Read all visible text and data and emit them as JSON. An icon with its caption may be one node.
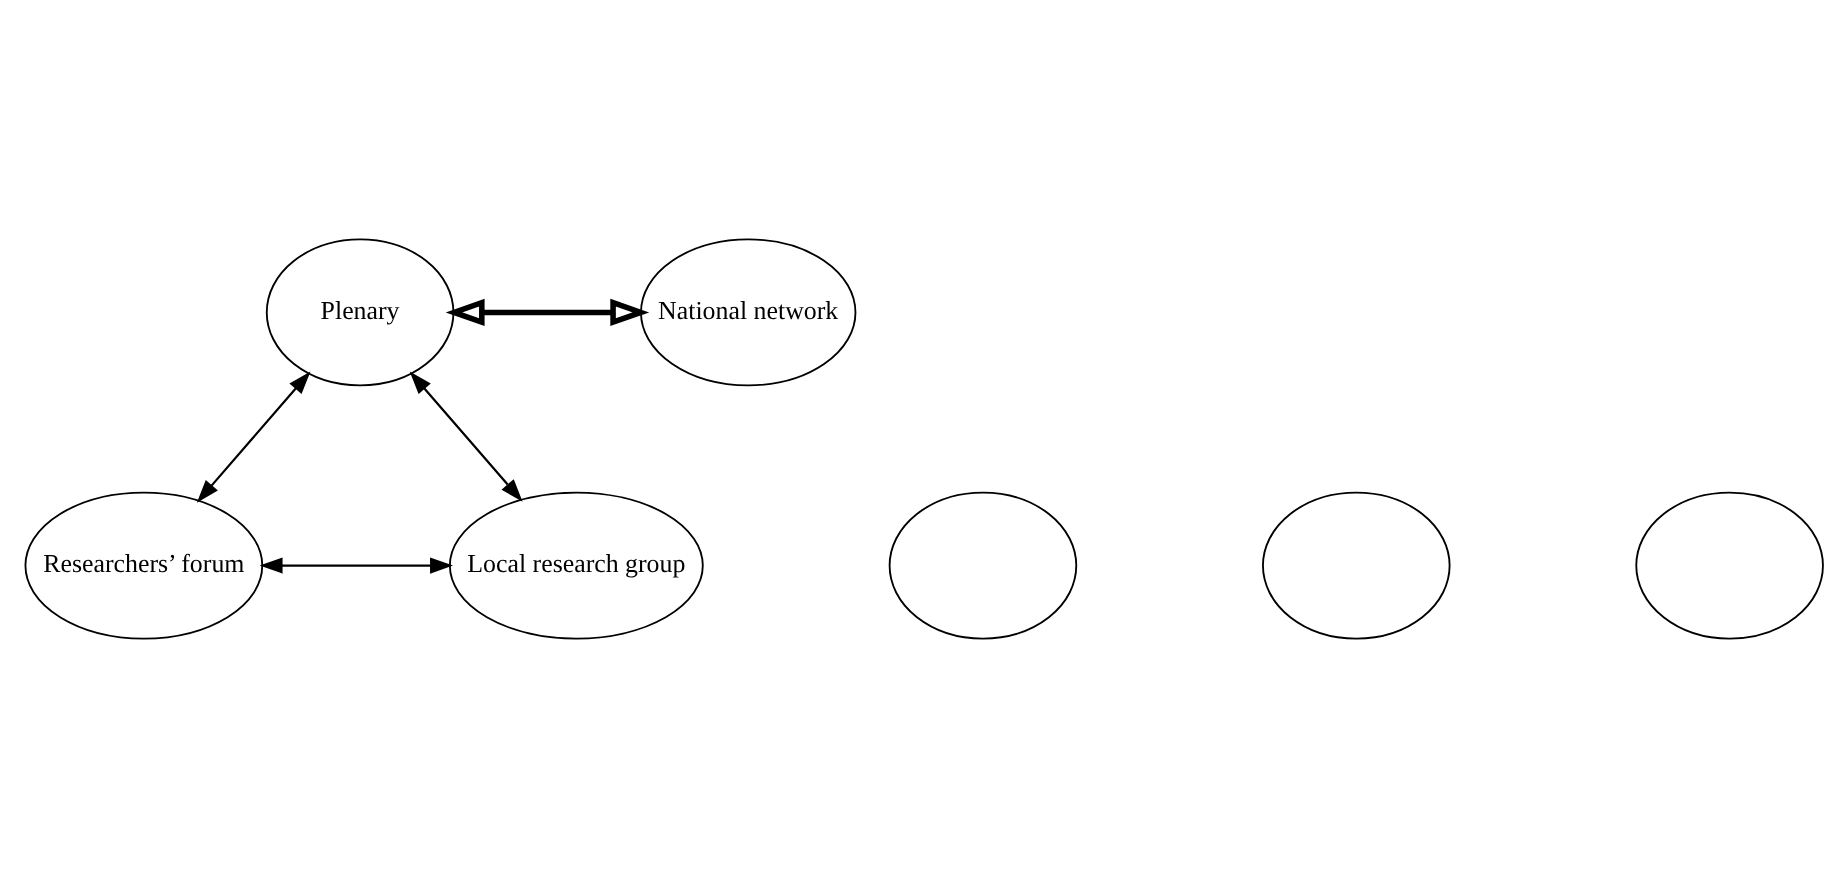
{
  "diagram": {
    "nodes": [
      {
        "text": [
          "Plenary"
        ]
      },
      {
        "text": [
          "National network"
        ]
      },
      {
        "text": [
          "Researchers’ forum"
        ]
      },
      {
        "text": [
          "Local research group"
        ]
      },
      {
        "text": [],
        "shape": "ellipse"
      },
      {
        "text": [],
        "shape": "ellipse"
      },
      {
        "text": [],
        "shape": "ellipse"
      }
    ],
    "edges": [
      {
        "from": 0,
        "to": 2,
        "arrow": "both"
      },
      {
        "from": 0,
        "to": 3,
        "arrow": "both"
      },
      {
        "from": 2,
        "to": 3,
        "arrow": "both"
      },
      {
        "from": 0,
        "to": 1,
        "arrow": "both",
        "style": "thick"
      }
    ]
  }
}
